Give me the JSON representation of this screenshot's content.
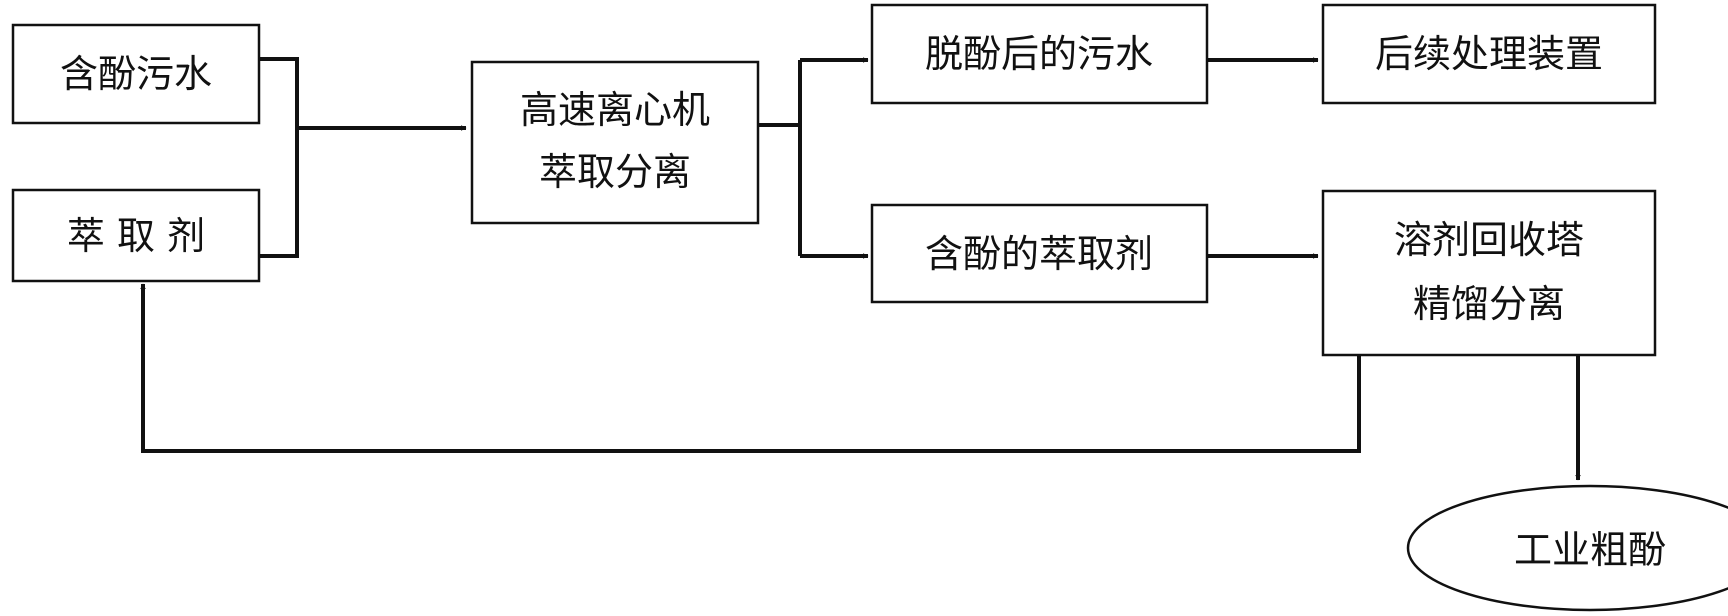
{
  "diagram": {
    "colors": {
      "stroke": "#111111",
      "fill": "#ffffff",
      "text": "#111111"
    },
    "nodes": {
      "wastewater": {
        "label": "含酚污水",
        "shape": "rectangle"
      },
      "extractant": {
        "label": "萃 取 剂",
        "shape": "rectangle"
      },
      "centrifuge": {
        "line1": "高速离心机",
        "line2": "萃取分离",
        "shape": "rectangle"
      },
      "dephenolized_water": {
        "label": "脱酚后的污水",
        "shape": "rectangle"
      },
      "followup_device": {
        "label": "后续处理装置",
        "shape": "rectangle"
      },
      "phenolic_extractant": {
        "label": "含酚的萃取剂",
        "shape": "rectangle"
      },
      "recovery_tower": {
        "line1": "溶剂回收塔",
        "line2": "精馏分离",
        "shape": "rectangle"
      },
      "crude_phenol": {
        "label": "工业粗酚",
        "shape": "ellipse"
      }
    },
    "edges": [
      {
        "from": "wastewater",
        "to": "centrifuge"
      },
      {
        "from": "extractant",
        "to": "centrifuge"
      },
      {
        "from": "centrifuge",
        "to": "dephenolized_water"
      },
      {
        "from": "centrifuge",
        "to": "phenolic_extractant"
      },
      {
        "from": "dephenolized_water",
        "to": "followup_device"
      },
      {
        "from": "phenolic_extractant",
        "to": "recovery_tower"
      },
      {
        "from": "recovery_tower",
        "to": "crude_phenol"
      },
      {
        "from": "recovery_tower",
        "to": "extractant"
      }
    ]
  }
}
